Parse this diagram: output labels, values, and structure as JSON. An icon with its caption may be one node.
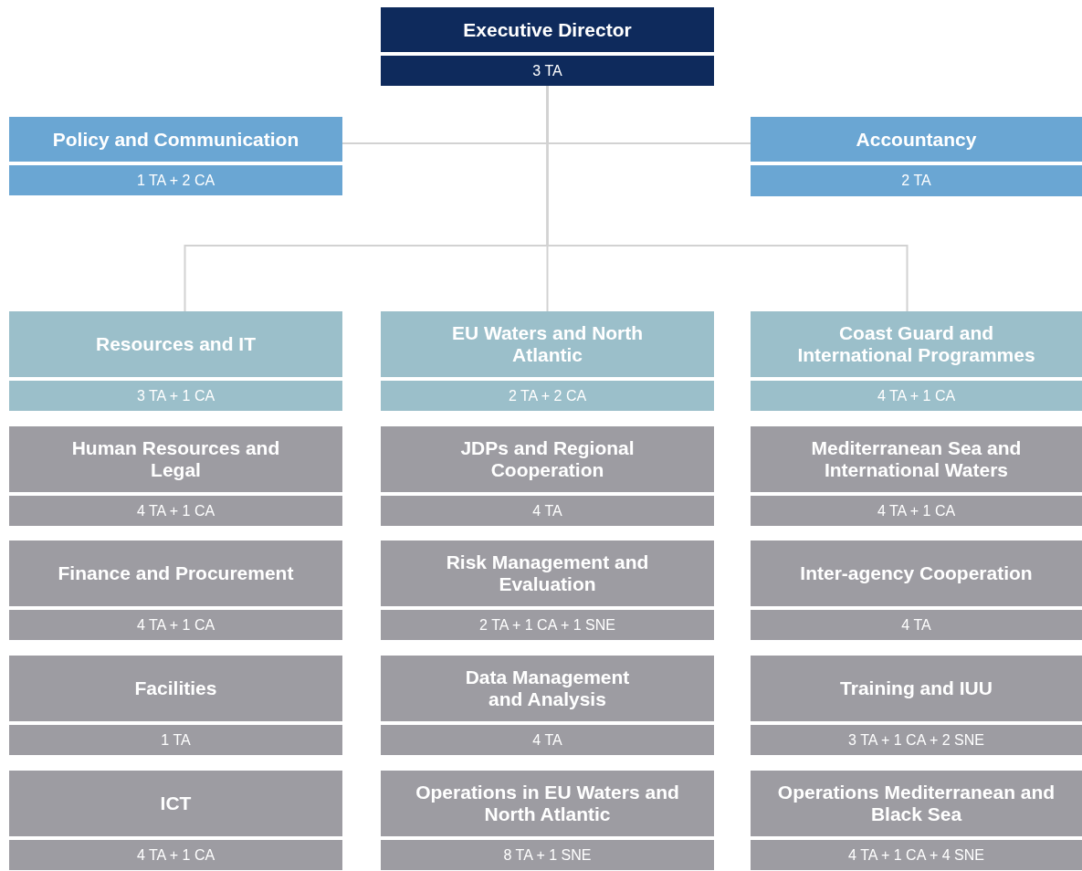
{
  "diagram": {
    "nodes": [
      {
        "text": [
          "Executive Director",
          "3 TA"
        ]
      },
      {
        "text": [
          "Policy and Communication",
          "1 TA + 2 CA"
        ]
      },
      {
        "text": [
          "Accountancy",
          "2 TA"
        ]
      },
      {
        "text": [
          "Resources and IT",
          "3 TA + 1 CA"
        ]
      },
      {
        "text": [
          "EU Waters and North Atlantic",
          "2 TA + 2 CA"
        ]
      },
      {
        "text": [
          "Coast Guard and International Programmes",
          "4 TA + 1 CA"
        ]
      },
      {
        "text": [
          "Human Resources and Legal",
          "4 TA + 1 CA"
        ]
      },
      {
        "text": [
          "JDPs and Regional Cooperation",
          "4 TA"
        ]
      },
      {
        "text": [
          "Mediterranean Sea and International Waters",
          "4 TA + 1 CA"
        ]
      },
      {
        "text": [
          "Finance and Procurement",
          "4 TA + 1 CA"
        ]
      },
      {
        "text": [
          "Risk Management and Evaluation",
          "2 TA + 1 CA + 1 SNE"
        ]
      },
      {
        "text": [
          "Inter-agency Cooperation",
          "4 TA"
        ]
      },
      {
        "text": [
          "Facilities",
          "1 TA"
        ]
      },
      {
        "text": [
          "Data Management and Analysis",
          "4 TA"
        ]
      },
      {
        "text": [
          "Training and IUU",
          "3  TA + 1 CA + 2 SNE"
        ]
      },
      {
        "text": [
          "ICT",
          "4 TA + 1 CA"
        ]
      },
      {
        "text": [
          "Operations in EU Waters and North Atlantic",
          "8 TA + 1 SNE"
        ]
      },
      {
        "text": [
          "Operations Mediterranean and Black Sea",
          "4 TA + 1 CA + 4 SNE"
        ]
      }
    ],
    "edges": [
      {
        "from": 0,
        "to": 1,
        "arrow": "none"
      },
      {
        "from": 0,
        "to": 2,
        "arrow": "none"
      },
      {
        "from": 0,
        "to": 3,
        "arrow": "none"
      },
      {
        "from": 0,
        "to": 4,
        "arrow": "none"
      },
      {
        "from": 0,
        "to": 5,
        "arrow": "none"
      }
    ]
  }
}
